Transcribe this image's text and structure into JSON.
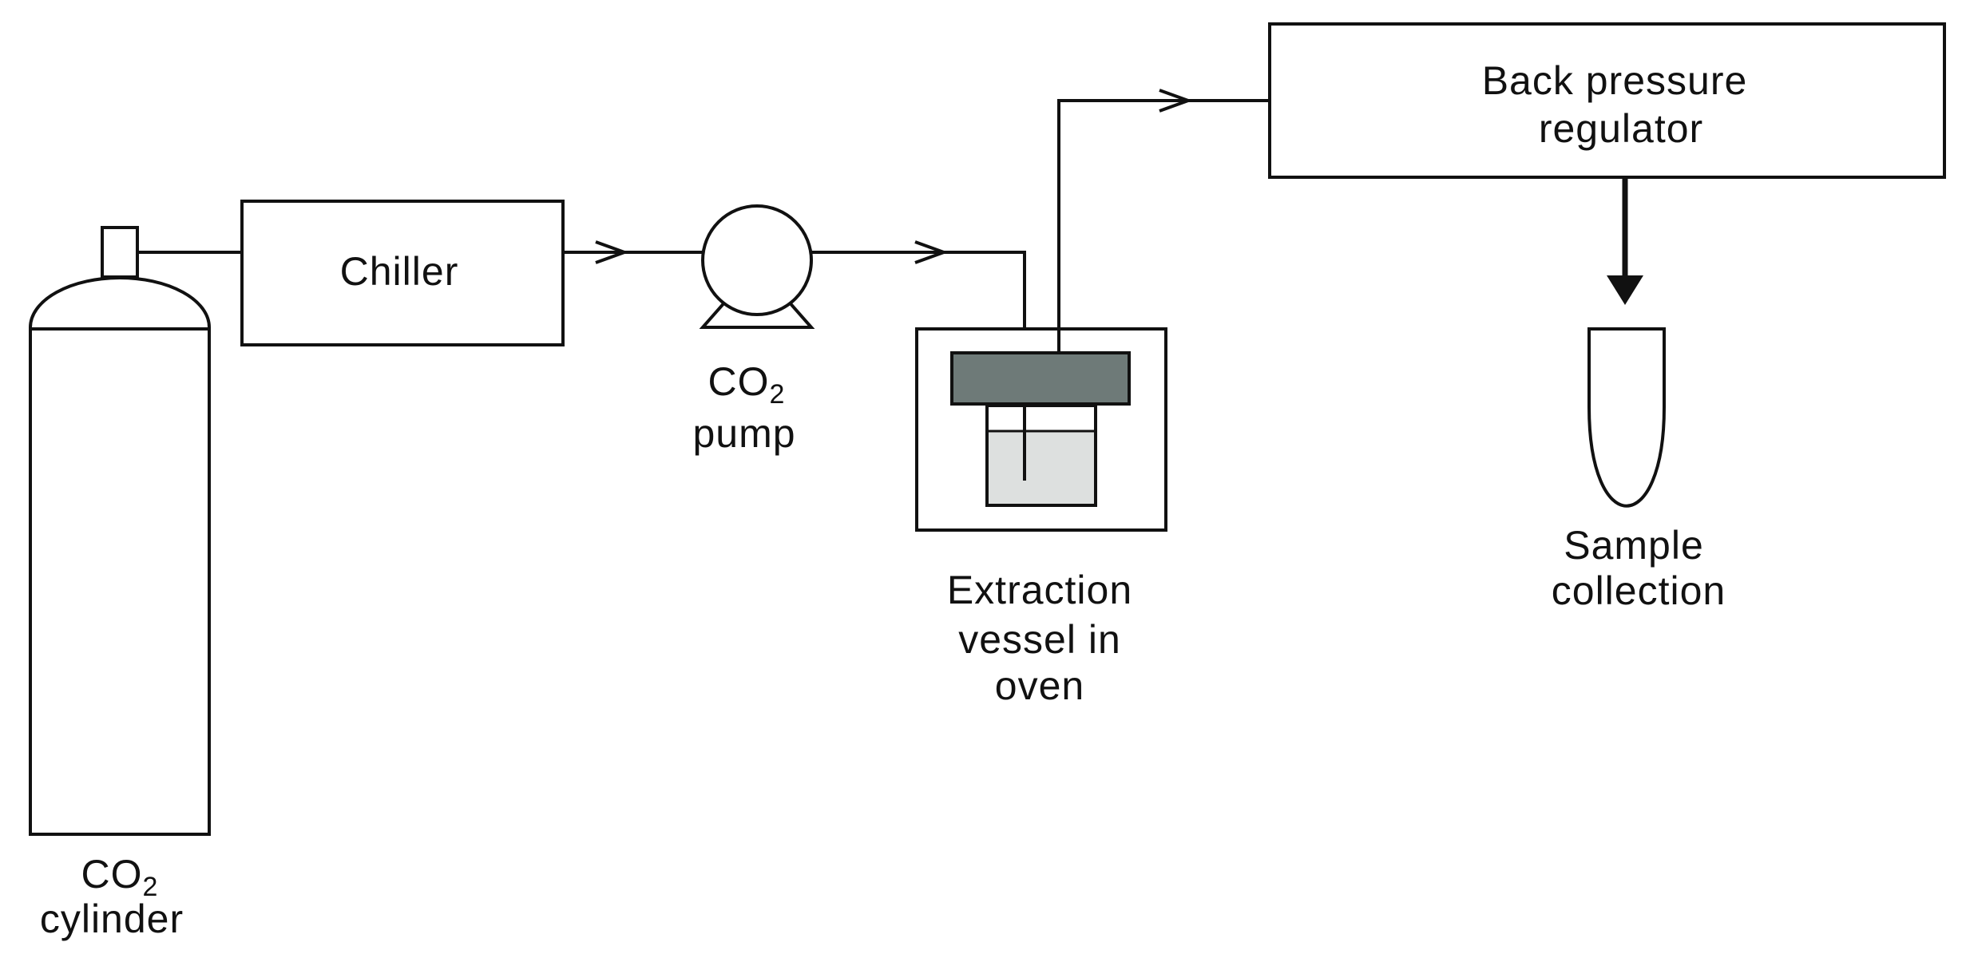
{
  "diagram": {
    "components": {
      "cylinder": {
        "label_main": "CO",
        "label_sub": "2",
        "label_line2": "cylinder"
      },
      "chiller": {
        "label": "Chiller"
      },
      "pump": {
        "label_main": "CO",
        "label_sub": "2",
        "label_line2": "pump"
      },
      "vessel": {
        "line1": "Extraction",
        "line2": "vessel in",
        "line3": "oven"
      },
      "regulator": {
        "line1": "Back pressure",
        "line2": "regulator"
      },
      "collection": {
        "line1": "Sample",
        "line2": "collection"
      }
    },
    "colors": {
      "line": "#111111",
      "vessel_lid": "#6e7a78",
      "vessel_liquid": "#dde0df",
      "background": "#ffffff"
    }
  }
}
